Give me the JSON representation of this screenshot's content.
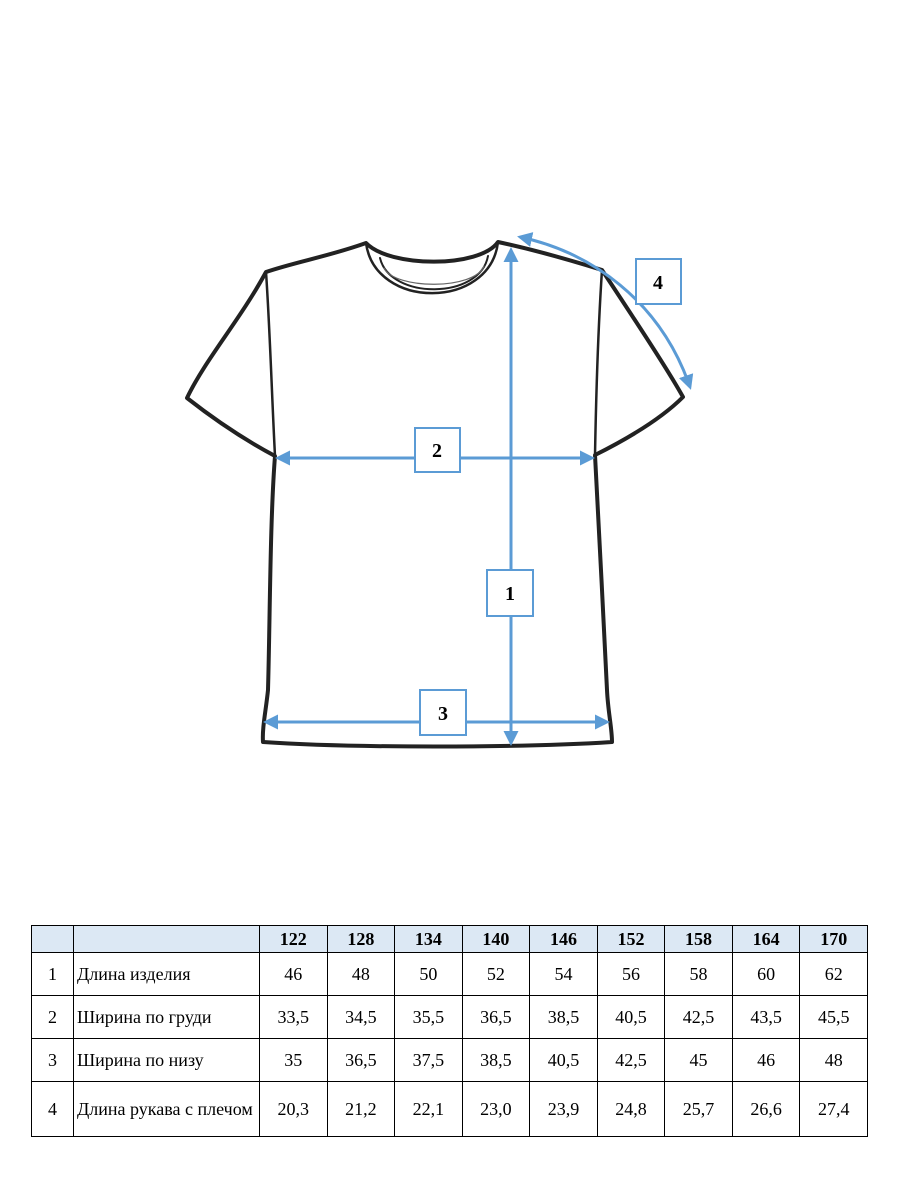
{
  "diagram": {
    "arrow_color": "#5b9bd5",
    "markers": [
      "1",
      "2",
      "3",
      "4"
    ]
  },
  "table": {
    "header_bg": "#dce8f4",
    "sizes": [
      "122",
      "128",
      "134",
      "140",
      "146",
      "152",
      "158",
      "164",
      "170"
    ],
    "rows": [
      {
        "num": "1",
        "name": "Длина изделия",
        "values": [
          "46",
          "48",
          "50",
          "52",
          "54",
          "56",
          "58",
          "60",
          "62"
        ]
      },
      {
        "num": "2",
        "name": "Ширина по груди",
        "values": [
          "33,5",
          "34,5",
          "35,5",
          "36,5",
          "38,5",
          "40,5",
          "42,5",
          "43,5",
          "45,5"
        ]
      },
      {
        "num": "3",
        "name": "Ширина по низу",
        "values": [
          "35",
          "36,5",
          "37,5",
          "38,5",
          "40,5",
          "42,5",
          "45",
          "46",
          "48"
        ]
      },
      {
        "num": "4",
        "name": "Длина рукава с плечом",
        "values": [
          "20,3",
          "21,2",
          "22,1",
          "23,0",
          "23,9",
          "24,8",
          "25,7",
          "26,6",
          "27,4"
        ]
      }
    ]
  }
}
